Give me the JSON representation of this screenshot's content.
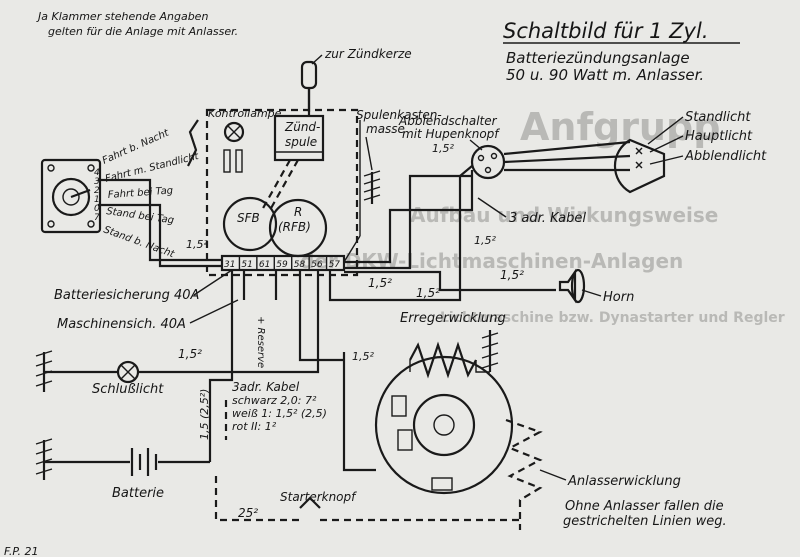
{
  "title": {
    "main": "Schaltbild für 1 Zyl.",
    "line2": "Batteriezündungsanlage",
    "line3": "50 u. 90 Watt m. Anlasser."
  },
  "note": {
    "line1": "Ja Klammer stehende Angaben",
    "line2": "gelten für die Anlage mit Anlasser."
  },
  "labels": {
    "spark_plug": "zur Zündkerze",
    "control_lamp": "Kontrollampe",
    "ignition_coil_1": "Zünd-",
    "ignition_coil_2": "spule",
    "coil_case_ground_1": "Spulenkasten-",
    "coil_case_ground_2": "masse",
    "dip_switch_1": "Abblendschalter",
    "dip_switch_2": "mit Hupenknopf",
    "parking_light": "Standlicht",
    "main_beam": "Hauptlicht",
    "dipped_beam": "Abblendlicht",
    "sfb": "SFB",
    "r": "R",
    "rfb": "(RFB)",
    "cable_3wire": "3 adr. Kabel",
    "horn": "Horn",
    "battery_fuse": "Batteriesicherung 40A",
    "machine_fuse": "Maschinensich. 40A",
    "reserve": "+ Reserve",
    "field_winding": "Erregerwicklung",
    "tail_light": "Schlußlicht",
    "cable_3wire_b": "3adr. Kabel",
    "cable_black": "schwarz 2,0: 7²",
    "cable_white": "weiß 1: 1,5² (2,5)",
    "cable_red": "rot II: 1²",
    "battery": "Batterie",
    "starter_button": "Starterknopf",
    "starter_winding": "Anlasserwicklung",
    "no_starter_1": "Ohne Anlasser fallen die",
    "no_starter_2": "gestrichelten Linien weg.",
    "corner": "F.P. 21"
  },
  "cross_sections": [
    "1,5²",
    "1,5²",
    "1,5²",
    "1,5²",
    "1,5²",
    "1,5²",
    "1,5²",
    "1,5²",
    "1,5 (2,5²)",
    "25²"
  ],
  "switch_positions": [
    "Fahrt b. Nacht",
    "Fahrt m. Standlicht",
    "Fahrt bei Tag",
    "Stand bei Tag",
    "Stand b. Nacht"
  ],
  "switch_numbers": [
    "4",
    "3",
    "2",
    "1",
    "0",
    "7"
  ],
  "terminals": [
    "31",
    "51",
    "61",
    "59",
    "58",
    "56",
    "57"
  ],
  "background_text": {
    "line1": "Anfgrupp",
    "line2": "Aufbau und Wirkungsweise",
    "line3": "der DKW-Lichtmaschinen-Anlagen",
    "line4": "Lichtmaschine bzw. Dynastarter und Regler"
  },
  "colors": {
    "paper": "#e9e9e6",
    "ink": "#1a1a1a",
    "bleed": "#b9b9b6"
  }
}
